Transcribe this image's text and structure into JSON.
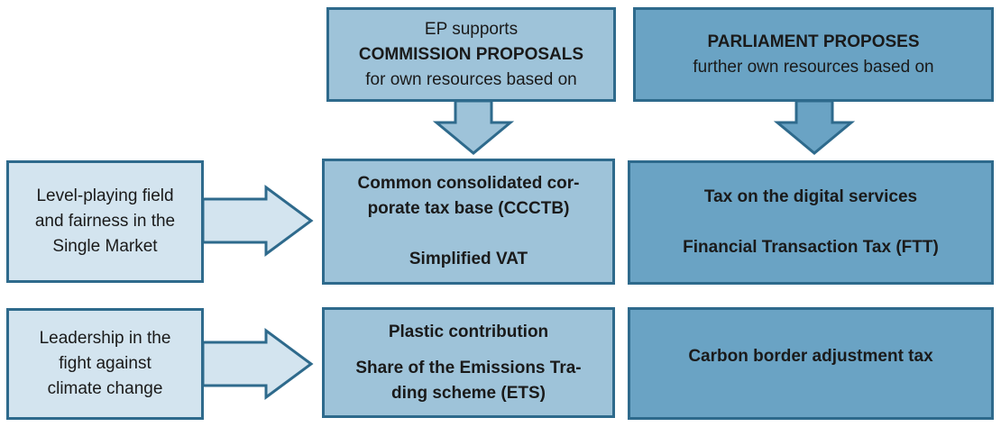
{
  "commission": {
    "line1": "EP supports",
    "line2": "COMMISSION PROPOSALS",
    "line3": "for own resources based on"
  },
  "parliament": {
    "line1": "PARLIAMENT PROPOSES",
    "line2": "further own resources based on"
  },
  "row1": {
    "left_lines": [
      "Level-playing field",
      "and fairness in the",
      "Single Market"
    ],
    "center_lines": [
      "Common consolidated cor-",
      "porate tax base (CCCTB)"
    ],
    "center_extra": "Simplified VAT",
    "right_lines": [
      "Tax on the digital services",
      "Financial Transaction Tax (FTT)"
    ]
  },
  "row2": {
    "left_lines": [
      "Leadership in the",
      "fight against",
      "climate change"
    ],
    "center_line1": "Plastic contribution",
    "center_lines": [
      "Share of the Emissions Tra-",
      "ding scheme (ETS)"
    ],
    "right_line": "Carbon border adjustment tax"
  },
  "colors": {
    "border": "#2e6a8c",
    "light": "#d3e4ef",
    "mid": "#9ec3d9",
    "dark": "#6aa3c4"
  }
}
